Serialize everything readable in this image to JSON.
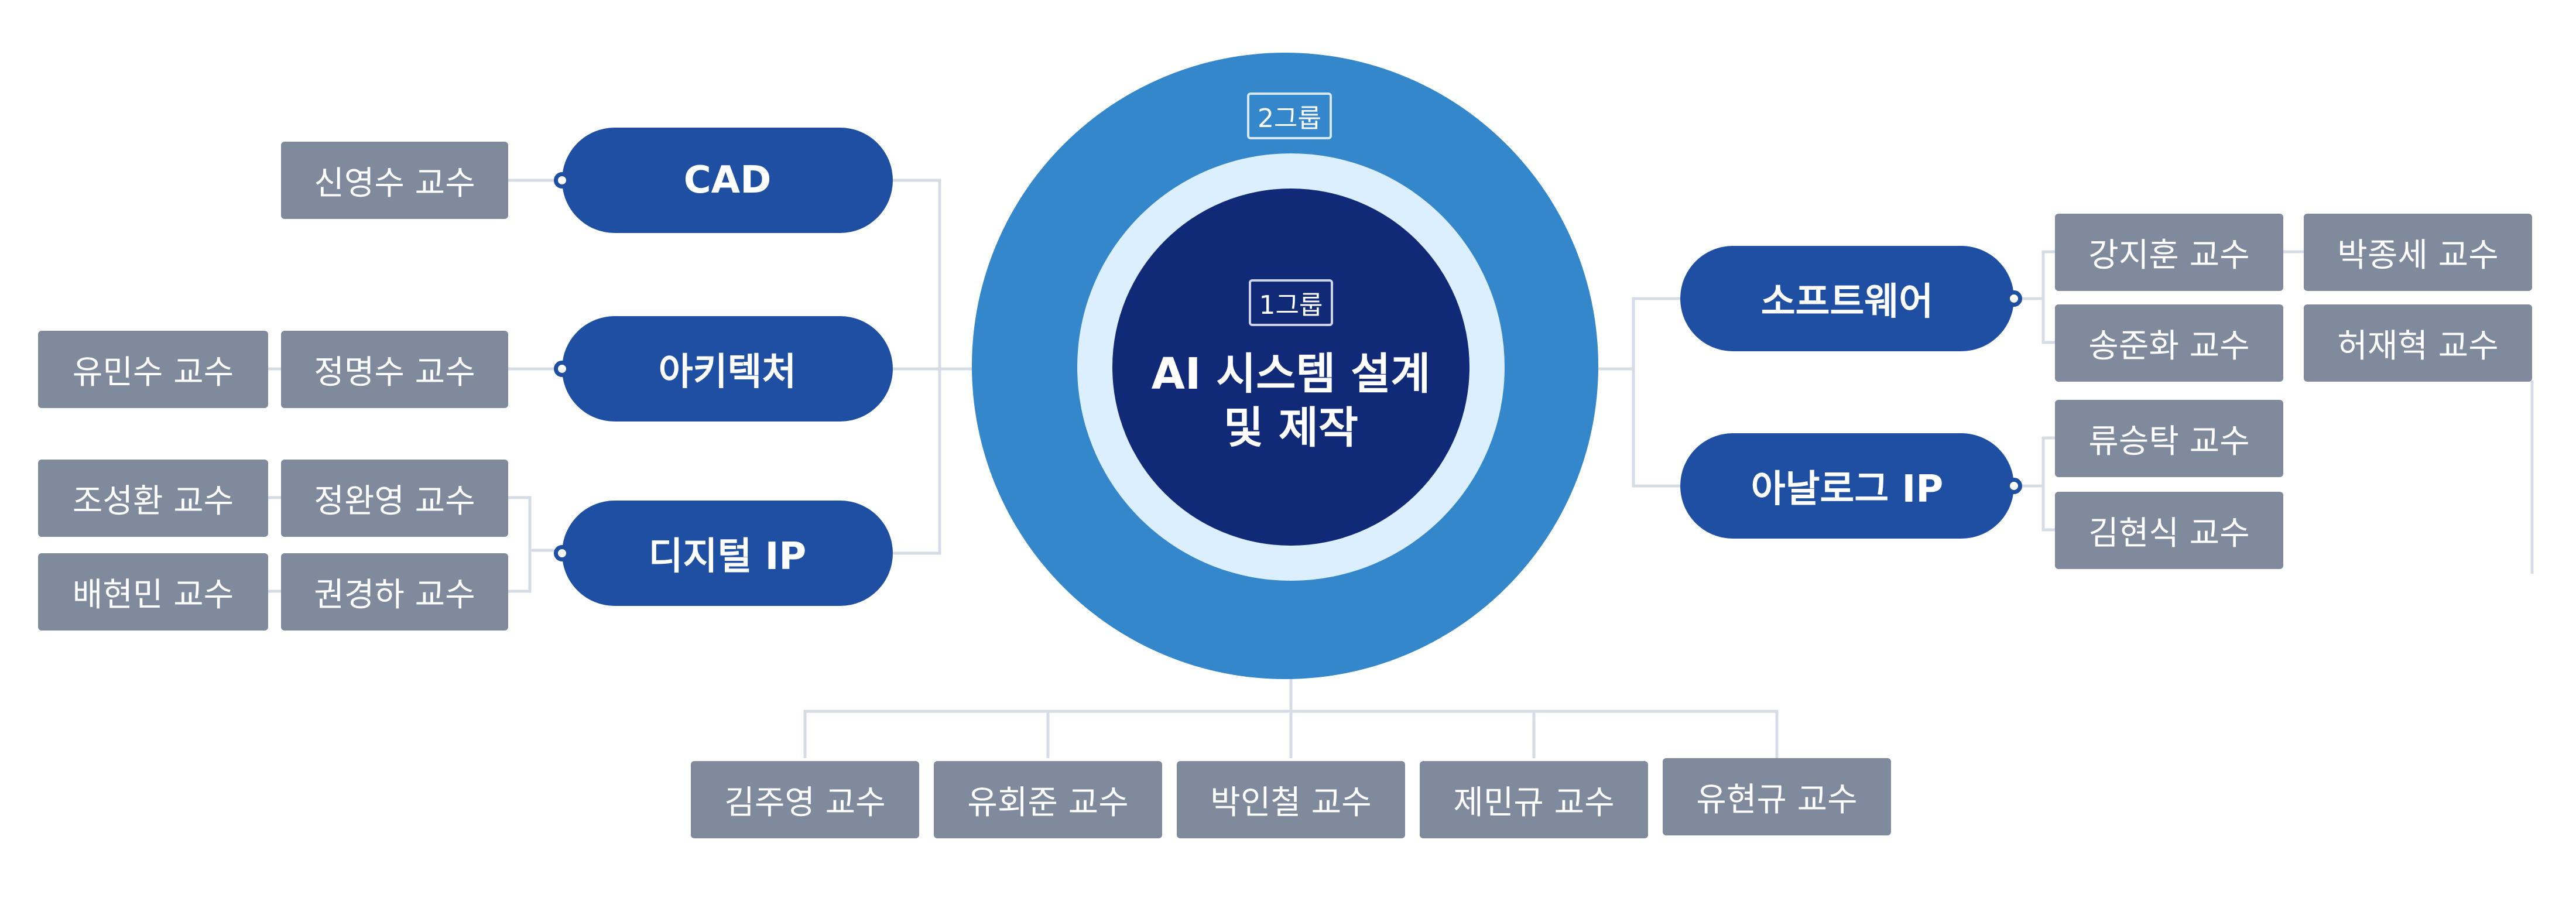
{
  "center": {
    "title": "AI 시스템 설계 및 제작",
    "group_inner": "1그룹",
    "group_outer": "2그룹"
  },
  "left": {
    "cad": {
      "label": "CAD",
      "professors": [
        "신영수 교수"
      ]
    },
    "architecture": {
      "label": "아키텍처",
      "professors": [
        "유민수 교수",
        "정명수 교수"
      ]
    },
    "digital_ip": {
      "label": "디지털 IP",
      "professors": [
        "조성환 교수",
        "정완영 교수",
        "배현민 교수",
        "권경하 교수"
      ]
    }
  },
  "right": {
    "software": {
      "label": "소프트웨어",
      "professors": [
        "강지훈 교수",
        "박종세 교수",
        "송준화 교수",
        "허재혁 교수"
      ]
    },
    "analog_ip": {
      "label": "아날로그 IP",
      "professors": [
        "류승탁 교수",
        "김현식 교수"
      ]
    }
  },
  "bottom": {
    "professors": [
      "김주영 교수",
      "유회준 교수",
      "박인철 교수",
      "제민규 교수",
      "유현규 교수"
    ]
  },
  "colors": {
    "node": "#1e4fa3",
    "professor": "#7f8a9c",
    "outer_ring": "#3487cb",
    "inner_ring": "#dcefff",
    "core": "#102a78",
    "connector": "#d6dce6"
  }
}
